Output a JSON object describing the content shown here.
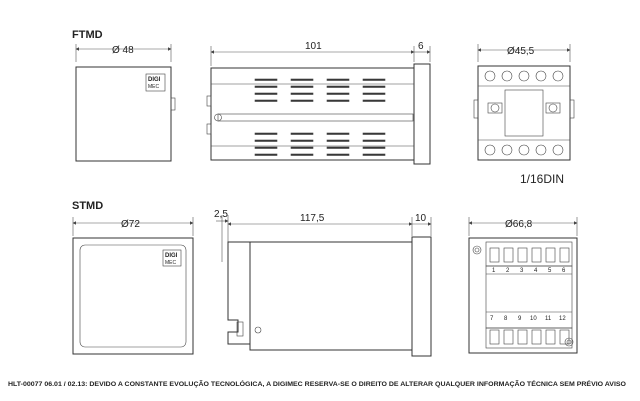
{
  "models": {
    "ftmd": {
      "title": "FTMD",
      "dims": {
        "front": "Ø 48",
        "length": "101",
        "bezel": "6",
        "back": "Ø45,5"
      },
      "size_label": "1/16DIN",
      "logo_line1": "DIGI",
      "logo_line2": "MEC"
    },
    "stmd": {
      "title": "STMD",
      "dims": {
        "front": "Ø72",
        "offset": "2,5",
        "length": "117,5",
        "bezel": "10",
        "back": "Ø66,8"
      },
      "logo_line1": "DIGI",
      "logo_line2": "MEC",
      "terminals_top": [
        "1",
        "2",
        "3",
        "4",
        "5",
        "6"
      ],
      "terminals_bottom": [
        "7",
        "8",
        "9",
        "10",
        "11",
        "12"
      ]
    }
  },
  "footer": "HLT-00077  06.01 /  02.13: DEVIDO A CONSTANTE EVOLUÇÃO TECNOLÓGICA, A DIGIMEC RESERVA-SE O DIREITO DE ALTERAR QUALQUER  INFORMAÇÃO TÉCNICA SEM PRÉVIO AVISO",
  "colors": {
    "line": "#333333",
    "background": "#ffffff"
  }
}
